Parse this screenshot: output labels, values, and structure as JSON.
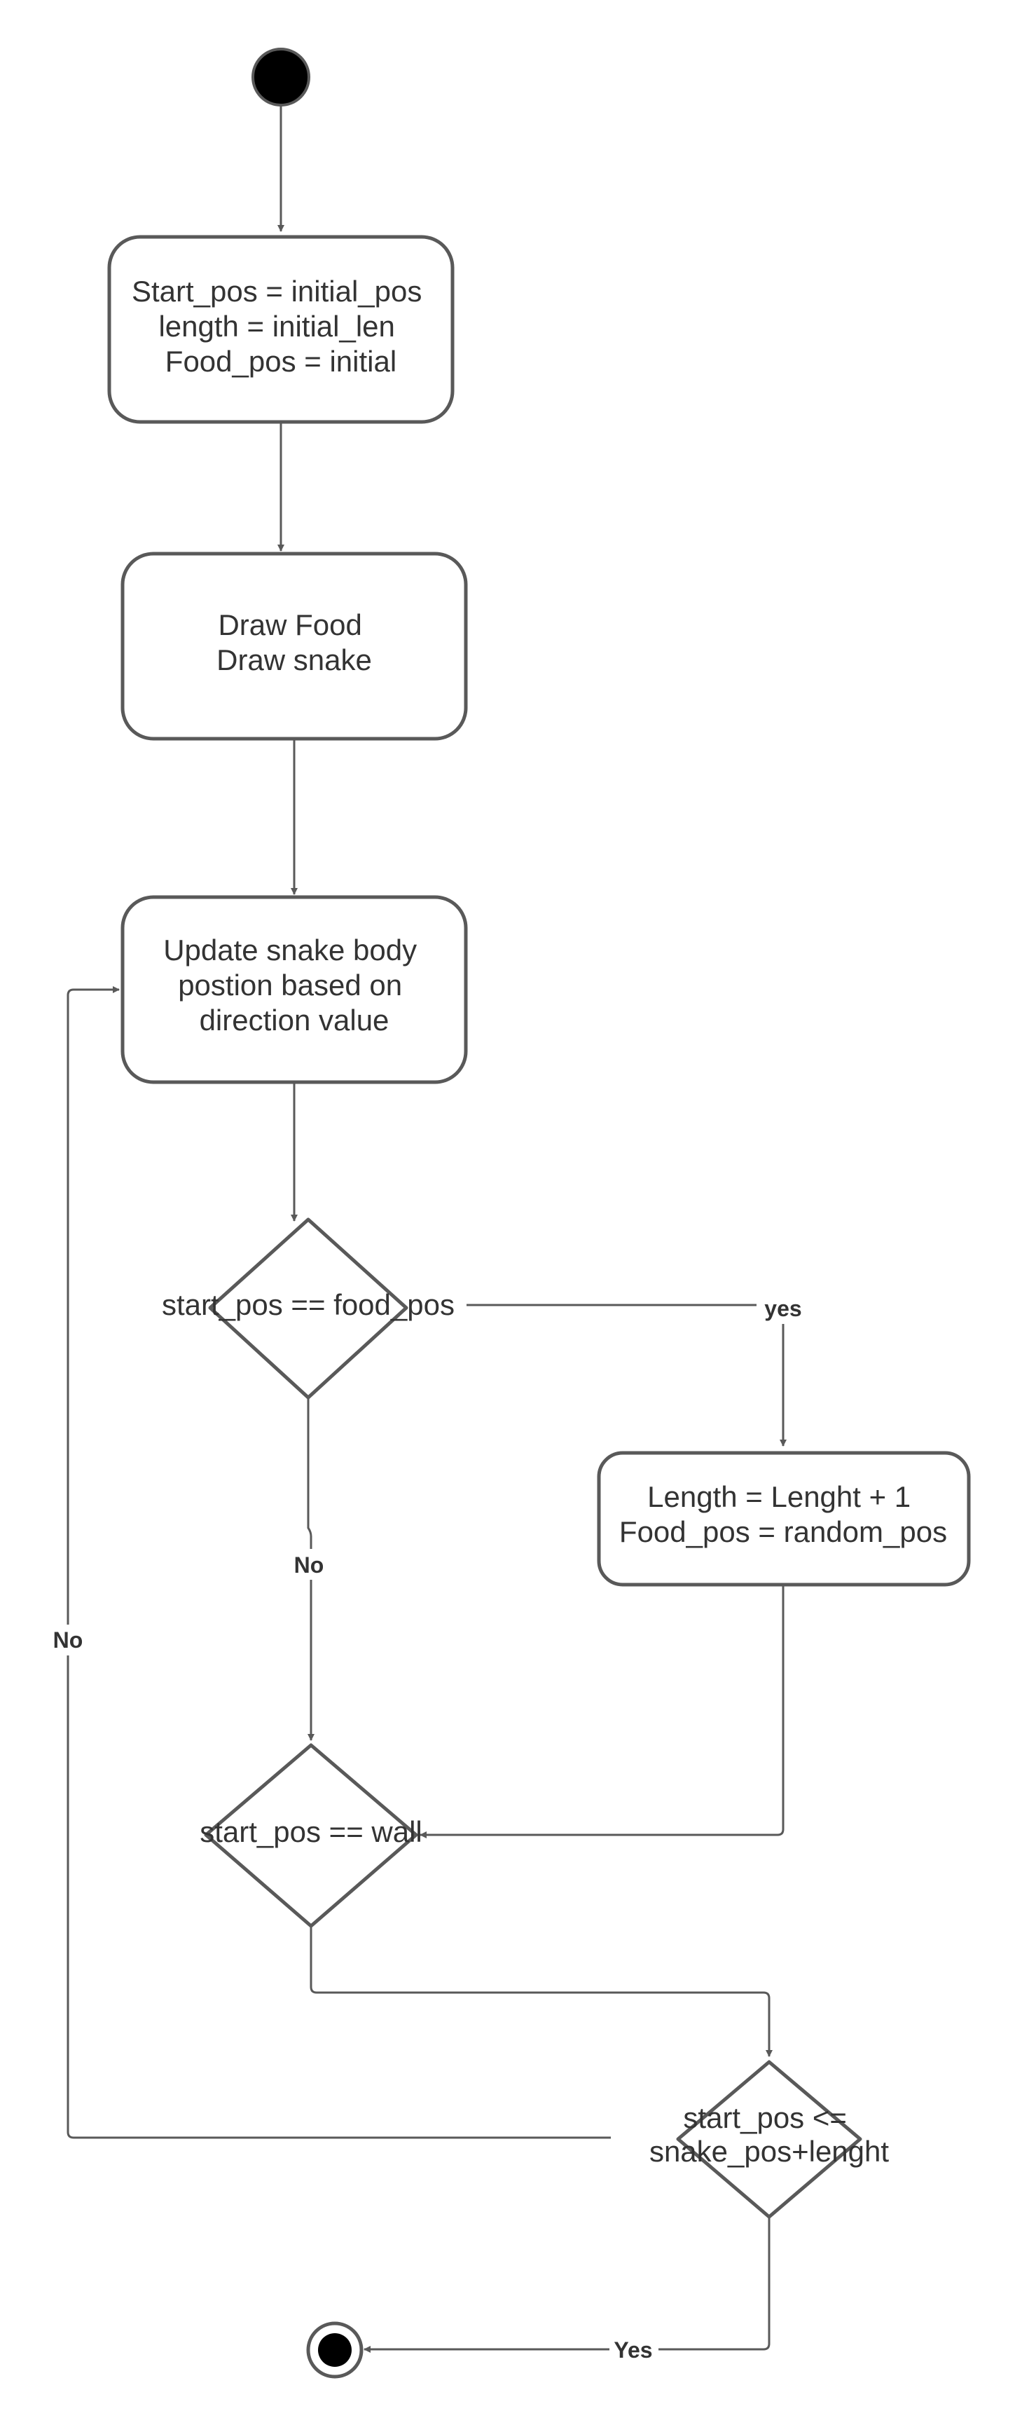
{
  "nodes": {
    "init": {
      "lines": [
        "Start_pos = initial_pos",
        "length = initial_len",
        "Food_pos = initial"
      ]
    },
    "draw": {
      "lines": [
        "Draw Food",
        "Draw snake"
      ]
    },
    "update": {
      "lines": [
        "Update snake body",
        "postion based on",
        "direction value"
      ]
    },
    "decision_food": {
      "lines": [
        "start_pos == food_pos"
      ]
    },
    "grow": {
      "lines": [
        "Length = Lenght + 1",
        "Food_pos = random_pos"
      ]
    },
    "decision_wall": {
      "lines": [
        "start_pos == wall"
      ]
    },
    "decision_self": {
      "lines": [
        "start_pos <=",
        "snake_pos+lenght"
      ]
    }
  },
  "edge_labels": {
    "food_yes": "yes",
    "food_no": "No",
    "self_no": "No",
    "self_yes": "Yes"
  },
  "colors": {
    "stroke": "#595959",
    "text": "#333333",
    "background": "#ffffff"
  }
}
